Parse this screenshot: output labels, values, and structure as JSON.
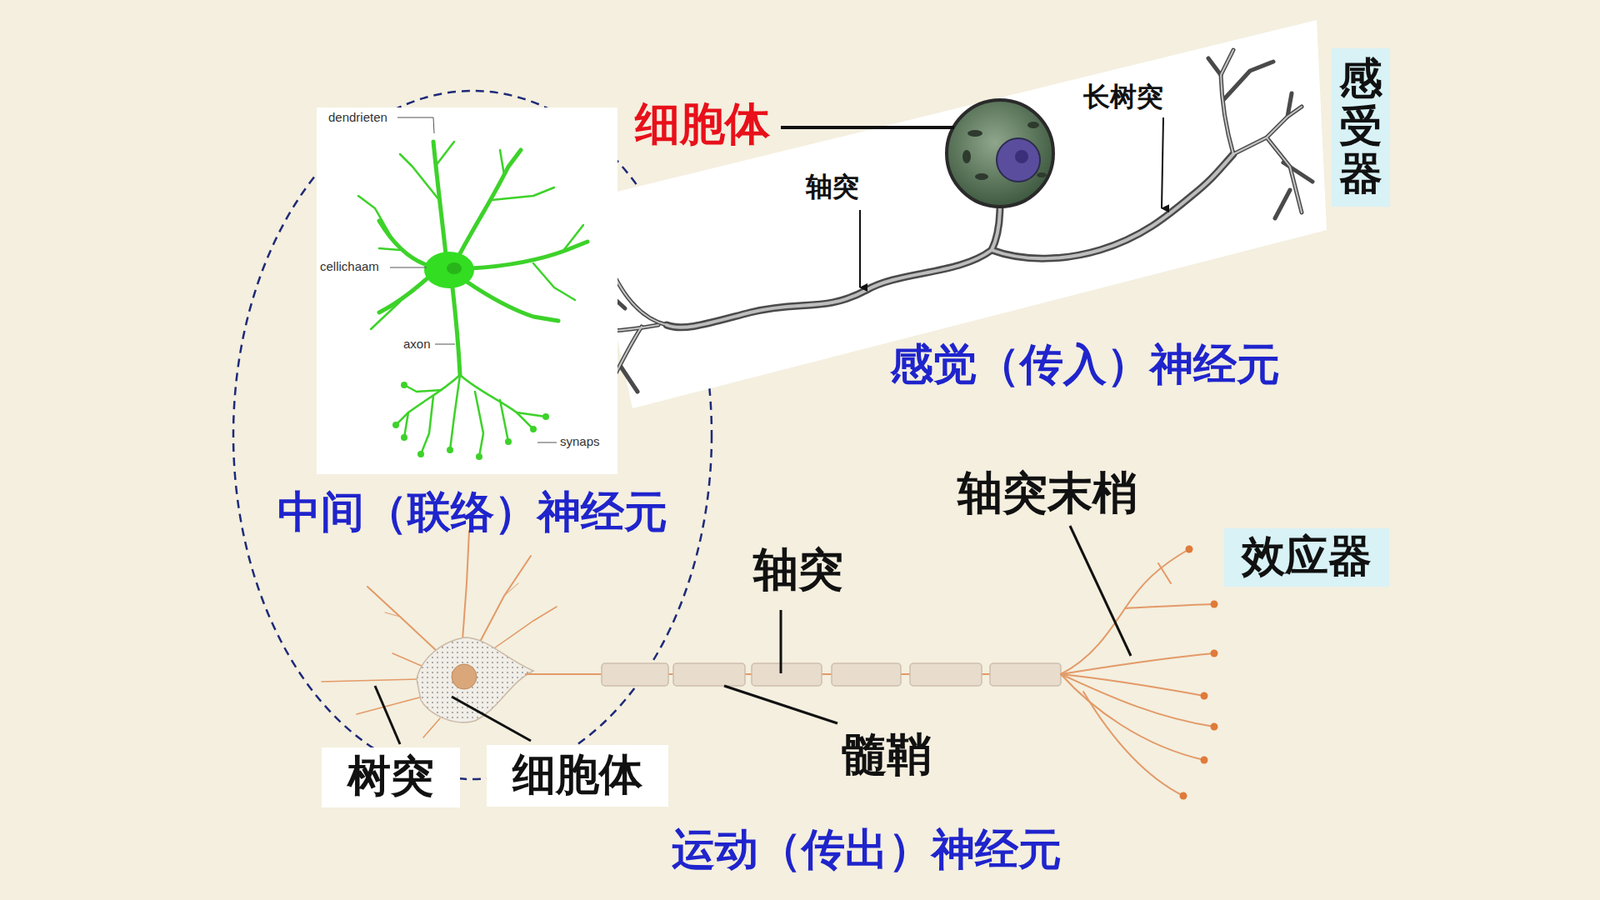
{
  "diagram": {
    "nodes": [
      {
        "text": [
          "感受器"
        ]
      },
      {
        "text": [
          "中间（联络）神经元"
        ]
      },
      {
        "text": [
          "效应器"
        ]
      },
      {
        "text": [
          "树突"
        ]
      },
      {
        "text": [
          "细胞体"
        ]
      }
    ],
    "labels": [
      "细胞体",
      "长树突",
      "轴突",
      "dendrieten",
      "cellichaam",
      "axon",
      "感觉（传入）神经元",
      "synaps",
      "轴突末梢",
      "轴突",
      "髓鞘",
      "运动（传出）神经元"
    ]
  }
}
